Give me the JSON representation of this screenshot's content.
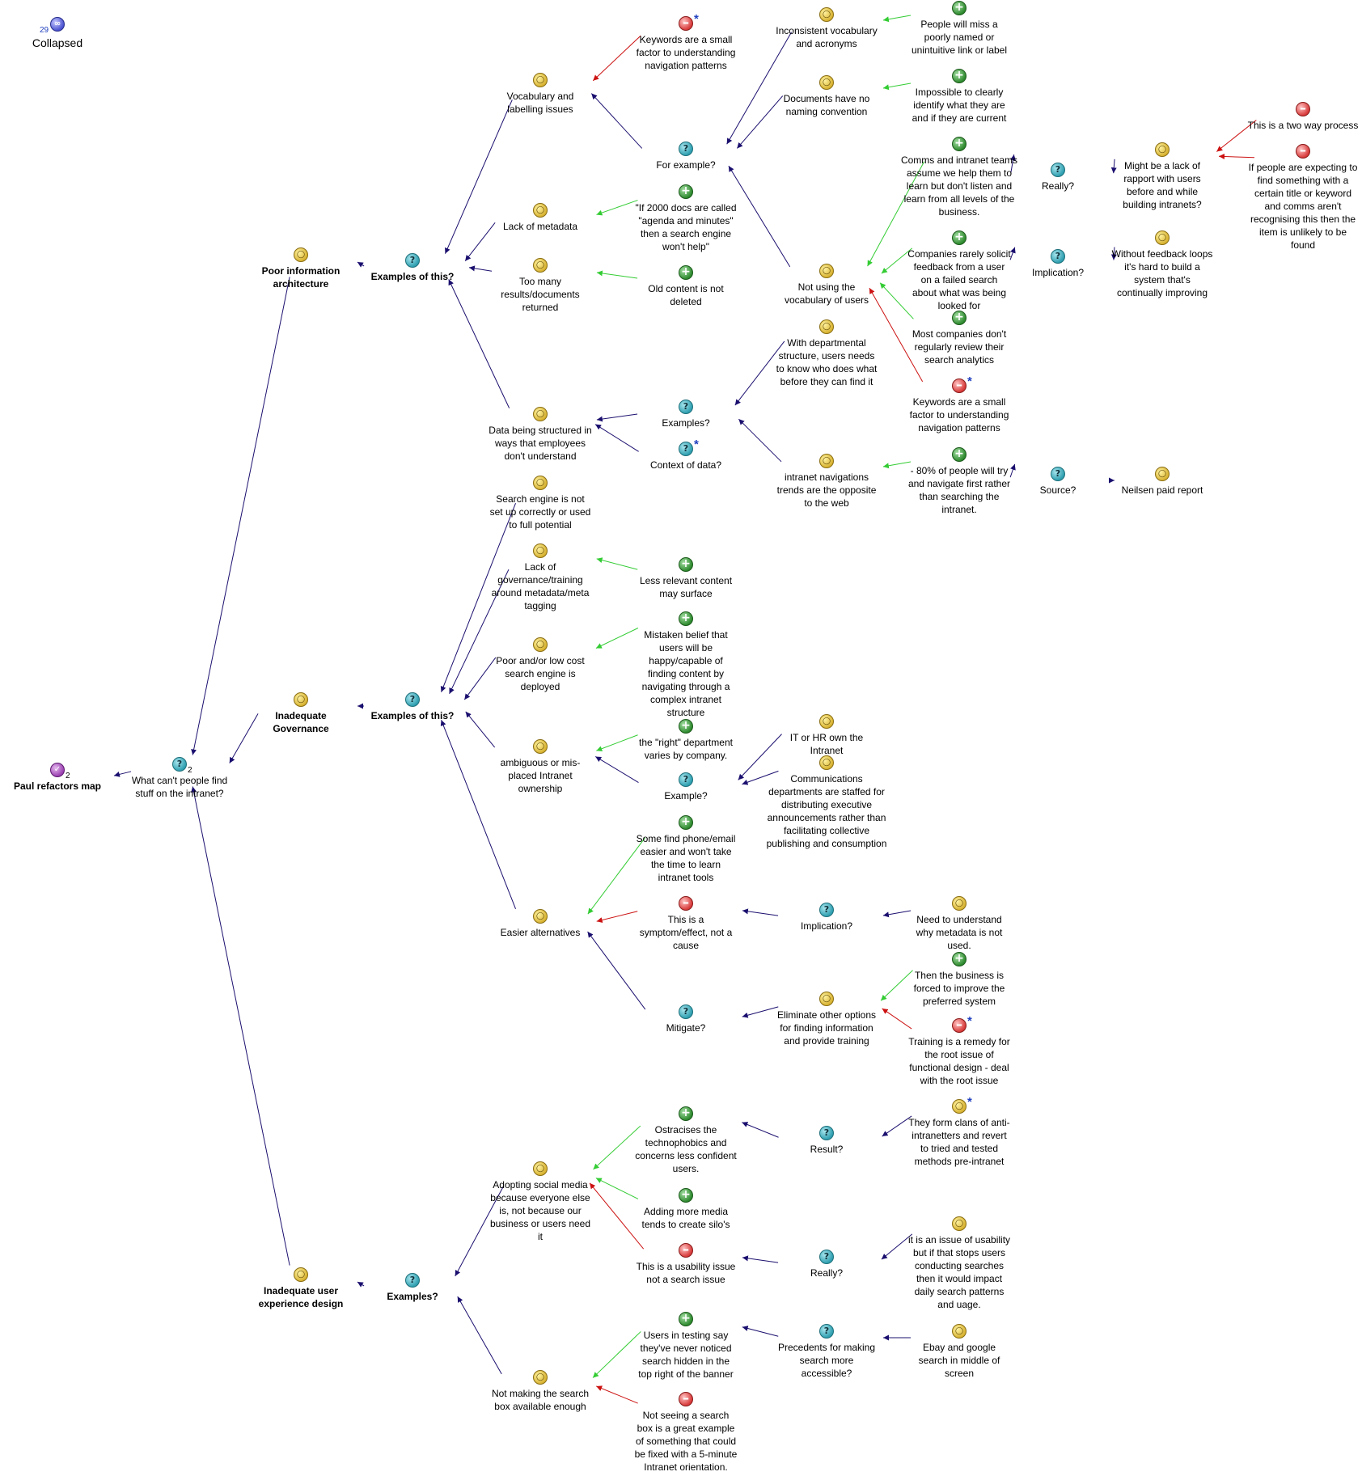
{
  "diagram": {
    "map_title": "Paul refactors map",
    "map_count": "2",
    "collapsed_label": "Collapsed",
    "collapsed_count": "29",
    "colors": {
      "link": "#1a0f6e",
      "pro_link": "#33cc33",
      "con_link": "#cc1111"
    },
    "nodes": {
      "root": {
        "icon": "question",
        "text": "What can't people find stuff on the intranet?",
        "count": "2"
      },
      "poor_ia": {
        "icon": "idea",
        "text": "Poor information architecture"
      },
      "gov": {
        "icon": "idea",
        "text": "Inadequate Governance"
      },
      "uxd": {
        "icon": "idea",
        "text": "Inadequate user experience design"
      },
      "ex1": {
        "icon": "question",
        "text": "Examples of this?"
      },
      "vocab": {
        "icon": "idea",
        "text": "Vocabulary and labelling issues"
      },
      "meta": {
        "icon": "idea",
        "text": "Lack of metadata"
      },
      "toomany": {
        "icon": "idea",
        "text": "Too many results/documents returned"
      },
      "datastruct": {
        "icon": "idea",
        "text": "Data being structured in ways that employees don't understand"
      },
      "kw1": {
        "icon": "con",
        "text": "Keywords are a small factor to understanding navigation patterns",
        "star": true
      },
      "forex": {
        "icon": "question",
        "text": "For example?"
      },
      "incons": {
        "icon": "idea",
        "text": "Inconsistent vocabulary and acronyms"
      },
      "docsnoname": {
        "icon": "idea",
        "text": "Documents have no naming convention"
      },
      "peoplemiss": {
        "icon": "pro",
        "text": "People will miss a poorly named or unintuitive link or label"
      },
      "impossible": {
        "icon": "pro",
        "text": "Impossible to clearly identify what they are and if they are current"
      },
      "agenda": {
        "icon": "pro",
        "text": "\"If 2000 docs are called \"agenda and minutes\" then a search engine won't help\""
      },
      "oldcontent": {
        "icon": "pro",
        "text": "Old content is not deleted"
      },
      "notvocab": {
        "icon": "idea",
        "text": "Not using the vocabulary of users"
      },
      "comms": {
        "icon": "pro",
        "text": "Comms and intranet teams assume we help them to learn but don't listen and learn from all levels of the business."
      },
      "really1": {
        "icon": "question",
        "text": "Really?"
      },
      "rapport": {
        "icon": "idea",
        "text": "Might be a lack of rapport with users before and while building intranets?"
      },
      "twoway": {
        "icon": "con",
        "text": "This is a two way process"
      },
      "ifpeople": {
        "icon": "con",
        "text": "If people are expecting to find something with a certain title or keyword and comms aren't recognising this then the item is unlikely to be found"
      },
      "companies": {
        "icon": "pro",
        "text": "Companies rarely solicit feedback from a user on a failed search about what was being looked for"
      },
      "implic1": {
        "icon": "question",
        "text": "Implication?"
      },
      "feedback": {
        "icon": "idea",
        "text": "Without feedback loops it's hard to build a system that's continually improving"
      },
      "mostcomp": {
        "icon": "pro",
        "text": "Most companies don't regularly review their search analytics"
      },
      "kw2": {
        "icon": "con",
        "text": "Keywords are a small factor to understanding navigation patterns",
        "star": true
      },
      "deptstruct": {
        "icon": "idea",
        "text": "With departmental structure, users needs to know who does what before they can find it"
      },
      "examples1": {
        "icon": "question",
        "text": "Examples?"
      },
      "context": {
        "icon": "question",
        "text": "Context of data?",
        "star": true
      },
      "navtrends": {
        "icon": "idea",
        "text": "intranet navigations trends are the opposite to the web"
      },
      "eighty": {
        "icon": "pro",
        "text": "- 80% of people will try and navigate first rather than searching the intranet."
      },
      "source": {
        "icon": "question",
        "text": "Source?"
      },
      "neilsen": {
        "icon": "idea",
        "text": "Neilsen paid report"
      },
      "ex2": {
        "icon": "question",
        "text": "Examples of this?"
      },
      "searcheng": {
        "icon": "idea",
        "text": "Search engine is not set up correctly or used to full potential"
      },
      "lackgov": {
        "icon": "idea",
        "text": "Lack of governance/training around metadata/meta tagging"
      },
      "lessrel": {
        "icon": "pro",
        "text": "Less relevant content may surface"
      },
      "poorlow": {
        "icon": "idea",
        "text": "Poor and/or low cost search engine is deployed"
      },
      "mistaken": {
        "icon": "pro",
        "text": "Mistaken belief that users will be happy/capable of finding content by navigating through a complex intranet structure"
      },
      "ambig": {
        "icon": "idea",
        "text": "ambiguous or mis-placed Intranet ownership"
      },
      "rightdept": {
        "icon": "pro",
        "text": "the \"right\" department varies by company."
      },
      "example2": {
        "icon": "question",
        "text": "Example?"
      },
      "ithr": {
        "icon": "idea",
        "text": "IT or HR own the Intranet"
      },
      "commsdept": {
        "icon": "idea",
        "text": "Communications departments are staffed for distributing executive announcements rather than facilitating collective publishing and consumption"
      },
      "somefind": {
        "icon": "pro",
        "text": "Some find phone/email easier and won't take the time to learn intranet tools"
      },
      "easier": {
        "icon": "idea",
        "text": "Easier alternatives"
      },
      "symptom": {
        "icon": "con",
        "text": "This is a symptom/effect, not a cause"
      },
      "implic2": {
        "icon": "question",
        "text": "Implication?"
      },
      "needund": {
        "icon": "idea",
        "text": "Need to understand why metadata is not used."
      },
      "mitigate": {
        "icon": "question",
        "text": "Mitigate?"
      },
      "eliminate": {
        "icon": "idea",
        "text": "Eliminate other options for finding information and provide training"
      },
      "thenbiz": {
        "icon": "pro",
        "text": "Then the business is forced to improve the preferred system"
      },
      "training": {
        "icon": "con",
        "text": "Training is a remedy for the root issue of functional design - deal with the root issue",
        "star": true
      },
      "ex3": {
        "icon": "question",
        "text": "Examples?"
      },
      "adopting": {
        "icon": "idea",
        "text": "Adopting social media because everyone else is, not because our business or users need it"
      },
      "ostracises": {
        "icon": "pro",
        "text": "Ostracises the technophobics and concerns less confident users."
      },
      "result": {
        "icon": "question",
        "text": "Result?"
      },
      "clans": {
        "icon": "idea",
        "text": "They form clans of anti-intranetters and revert to tried and tested methods pre-intranet",
        "star": true
      },
      "addingmedia": {
        "icon": "pro",
        "text": "Adding more media tends to create silo's"
      },
      "usability": {
        "icon": "con",
        "text": "This is a usability issue not a search issue"
      },
      "really2": {
        "icon": "question",
        "text": "Really?"
      },
      "itisan": {
        "icon": "idea",
        "text": "it is an issue of usability but if that stops users conducting searches then it would impact daily search patterns and uage."
      },
      "notmaking": {
        "icon": "idea",
        "text": "Not making the search box available enough"
      },
      "userstest": {
        "icon": "pro",
        "text": "Users in testing say they've never noticed search hidden in the top right of the banner"
      },
      "precedents": {
        "icon": "question",
        "text": "Precedents for making search more accessible?"
      },
      "ebay": {
        "icon": "idea",
        "text": "Ebay and google search in middle of screen"
      },
      "notseeing": {
        "icon": "con",
        "text": "Not seeing a search box is a great example of something that could be fixed with a 5-minute Intranet orientation."
      }
    },
    "links": [
      [
        "root",
        "map",
        "n"
      ],
      [
        "poor_ia",
        "root",
        "n"
      ],
      [
        "gov",
        "root",
        "n"
      ],
      [
        "uxd",
        "root",
        "n"
      ],
      [
        "ex1",
        "poor_ia",
        "n"
      ],
      [
        "vocab",
        "ex1",
        "n"
      ],
      [
        "meta",
        "ex1",
        "n"
      ],
      [
        "toomany",
        "ex1",
        "n"
      ],
      [
        "datastruct",
        "ex1",
        "n"
      ],
      [
        "kw1",
        "vocab",
        "c"
      ],
      [
        "forex",
        "vocab",
        "n"
      ],
      [
        "incons",
        "forex",
        "n"
      ],
      [
        "docsnoname",
        "forex",
        "n"
      ],
      [
        "peoplemiss",
        "incons",
        "p"
      ],
      [
        "impossible",
        "docsnoname",
        "p"
      ],
      [
        "agenda",
        "meta",
        "p"
      ],
      [
        "oldcontent",
        "toomany",
        "p"
      ],
      [
        "notvocab",
        "forex",
        "n"
      ],
      [
        "comms",
        "notvocab",
        "p"
      ],
      [
        "really1",
        "comms",
        "n"
      ],
      [
        "rapport",
        "really1",
        "n"
      ],
      [
        "twoway",
        "rapport",
        "c"
      ],
      [
        "ifpeople",
        "rapport",
        "c"
      ],
      [
        "companies",
        "notvocab",
        "p"
      ],
      [
        "implic1",
        "companies",
        "n"
      ],
      [
        "feedback",
        "implic1",
        "n"
      ],
      [
        "mostcomp",
        "notvocab",
        "p"
      ],
      [
        "kw2",
        "notvocab",
        "c"
      ],
      [
        "examples1",
        "datastruct",
        "n"
      ],
      [
        "deptstruct",
        "examples1",
        "n"
      ],
      [
        "navtrends",
        "examples1",
        "n"
      ],
      [
        "context",
        "datastruct",
        "n"
      ],
      [
        "eighty",
        "navtrends",
        "p"
      ],
      [
        "source",
        "eighty",
        "n"
      ],
      [
        "neilsen",
        "source",
        "n"
      ],
      [
        "ex2",
        "gov",
        "n"
      ],
      [
        "searcheng",
        "ex2",
        "n"
      ],
      [
        "lackgov",
        "ex2",
        "n"
      ],
      [
        "lessrel",
        "lackgov",
        "p"
      ],
      [
        "poorlow",
        "ex2",
        "n"
      ],
      [
        "mistaken",
        "poorlow",
        "p"
      ],
      [
        "ambig",
        "ex2",
        "n"
      ],
      [
        "rightdept",
        "ambig",
        "p"
      ],
      [
        "example2",
        "ambig",
        "n"
      ],
      [
        "ithr",
        "example2",
        "n"
      ],
      [
        "commsdept",
        "example2",
        "n"
      ],
      [
        "easier",
        "ex2",
        "n"
      ],
      [
        "somefind",
        "easier",
        "p"
      ],
      [
        "symptom",
        "easier",
        "c"
      ],
      [
        "implic2",
        "symptom",
        "n"
      ],
      [
        "needund",
        "implic2",
        "n"
      ],
      [
        "mitigate",
        "easier",
        "n"
      ],
      [
        "eliminate",
        "mitigate",
        "n"
      ],
      [
        "thenbiz",
        "eliminate",
        "p"
      ],
      [
        "training",
        "eliminate",
        "c"
      ],
      [
        "ex3",
        "uxd",
        "n"
      ],
      [
        "adopting",
        "ex3",
        "n"
      ],
      [
        "ostracises",
        "adopting",
        "p"
      ],
      [
        "result",
        "ostracises",
        "n"
      ],
      [
        "clans",
        "result",
        "n"
      ],
      [
        "addingmedia",
        "adopting",
        "p"
      ],
      [
        "usability",
        "adopting",
        "c"
      ],
      [
        "really2",
        "usability",
        "n"
      ],
      [
        "itisan",
        "really2",
        "n"
      ],
      [
        "notmaking",
        "ex3",
        "n"
      ],
      [
        "userstest",
        "notmaking",
        "p"
      ],
      [
        "precedents",
        "userstest",
        "n"
      ],
      [
        "ebay",
        "precedents",
        "n"
      ],
      [
        "notseeing",
        "notmaking",
        "c"
      ]
    ]
  }
}
